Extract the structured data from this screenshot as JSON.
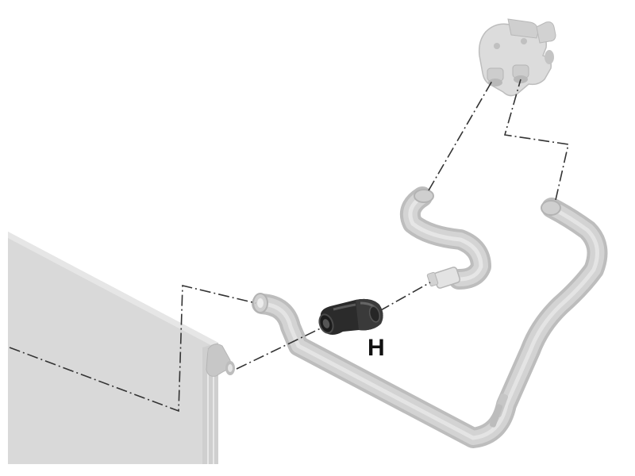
{
  "diagram": {
    "callout_label": "H",
    "colors": {
      "background": "#ffffff",
      "ghost_part": "#d4d4d4",
      "ghost_part_dark": "#bdbdbd",
      "highlight_part": "#2a2a2a",
      "leader_line": "#333333"
    },
    "parts": [
      {
        "name": "radiator",
        "state": "ghosted"
      },
      {
        "name": "thermostat-housing",
        "state": "ghosted"
      },
      {
        "name": "lower-hose",
        "state": "ghosted"
      },
      {
        "name": "upper-hose",
        "state": "ghosted"
      },
      {
        "name": "hose-connector-h",
        "state": "highlighted"
      }
    ]
  }
}
